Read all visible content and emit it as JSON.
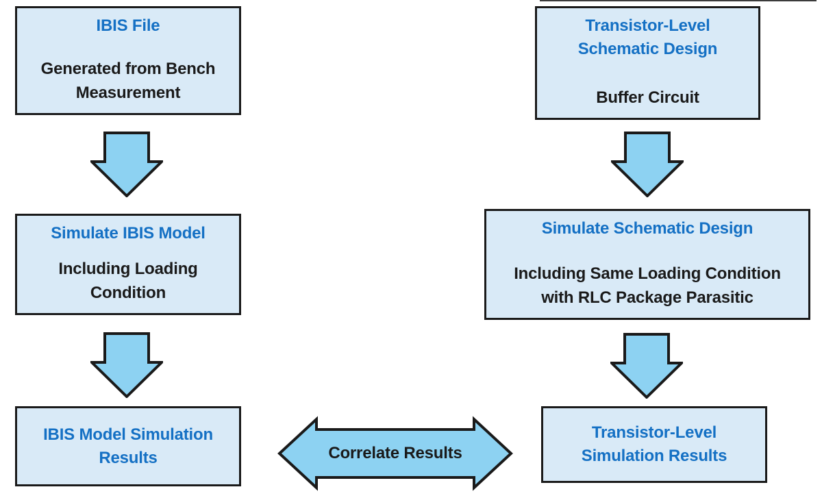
{
  "colors": {
    "box_fill": "#d9eaf7",
    "arrow_fill": "#8dd2f2",
    "outline": "#1a1a1a",
    "title_blue": "#1470c4",
    "text_black": "#1a1a1a"
  },
  "boxes": {
    "ibis_file": {
      "title": "IBIS File",
      "body": "Generated from Bench\nMeasurement"
    },
    "simulate_ibis": {
      "title": "Simulate IBIS Model",
      "body": "Including Loading\nCondition"
    },
    "ibis_results": {
      "title": "IBIS Model Simulation\nResults"
    },
    "schematic_design": {
      "title": "Transistor-Level\nSchematic Design",
      "body": "Buffer Circuit"
    },
    "simulate_schematic": {
      "title": "Simulate Schematic Design",
      "body": "Including Same Loading Condition\nwith RLC Package Parasitic"
    },
    "transistor_results": {
      "title": "Transistor-Level\nSimulation Results"
    }
  },
  "correlate_arrow": {
    "label": "Correlate Results"
  },
  "icons": {
    "down_arrow": "solid block arrow pointing down",
    "double_arrow": "horizontal double-headed block arrow"
  }
}
